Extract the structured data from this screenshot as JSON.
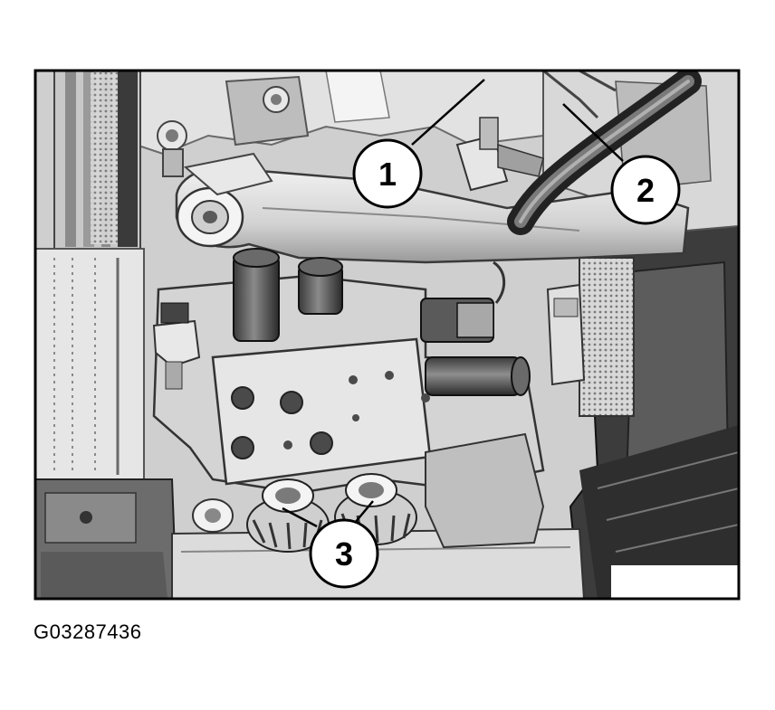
{
  "figure": {
    "code": "G03287436",
    "callouts": [
      {
        "label": "1"
      },
      {
        "label": "2"
      },
      {
        "label": "3"
      }
    ]
  },
  "colors": {
    "frame": "#000000",
    "background_dark": "#2e2e2e",
    "metal_light": "#e4e4e4",
    "metal_mid": "#a6a6a6",
    "metal_shadow": "#5a5a5a",
    "callout_fill": "#ffffff",
    "callout_stroke": "#000000"
  }
}
